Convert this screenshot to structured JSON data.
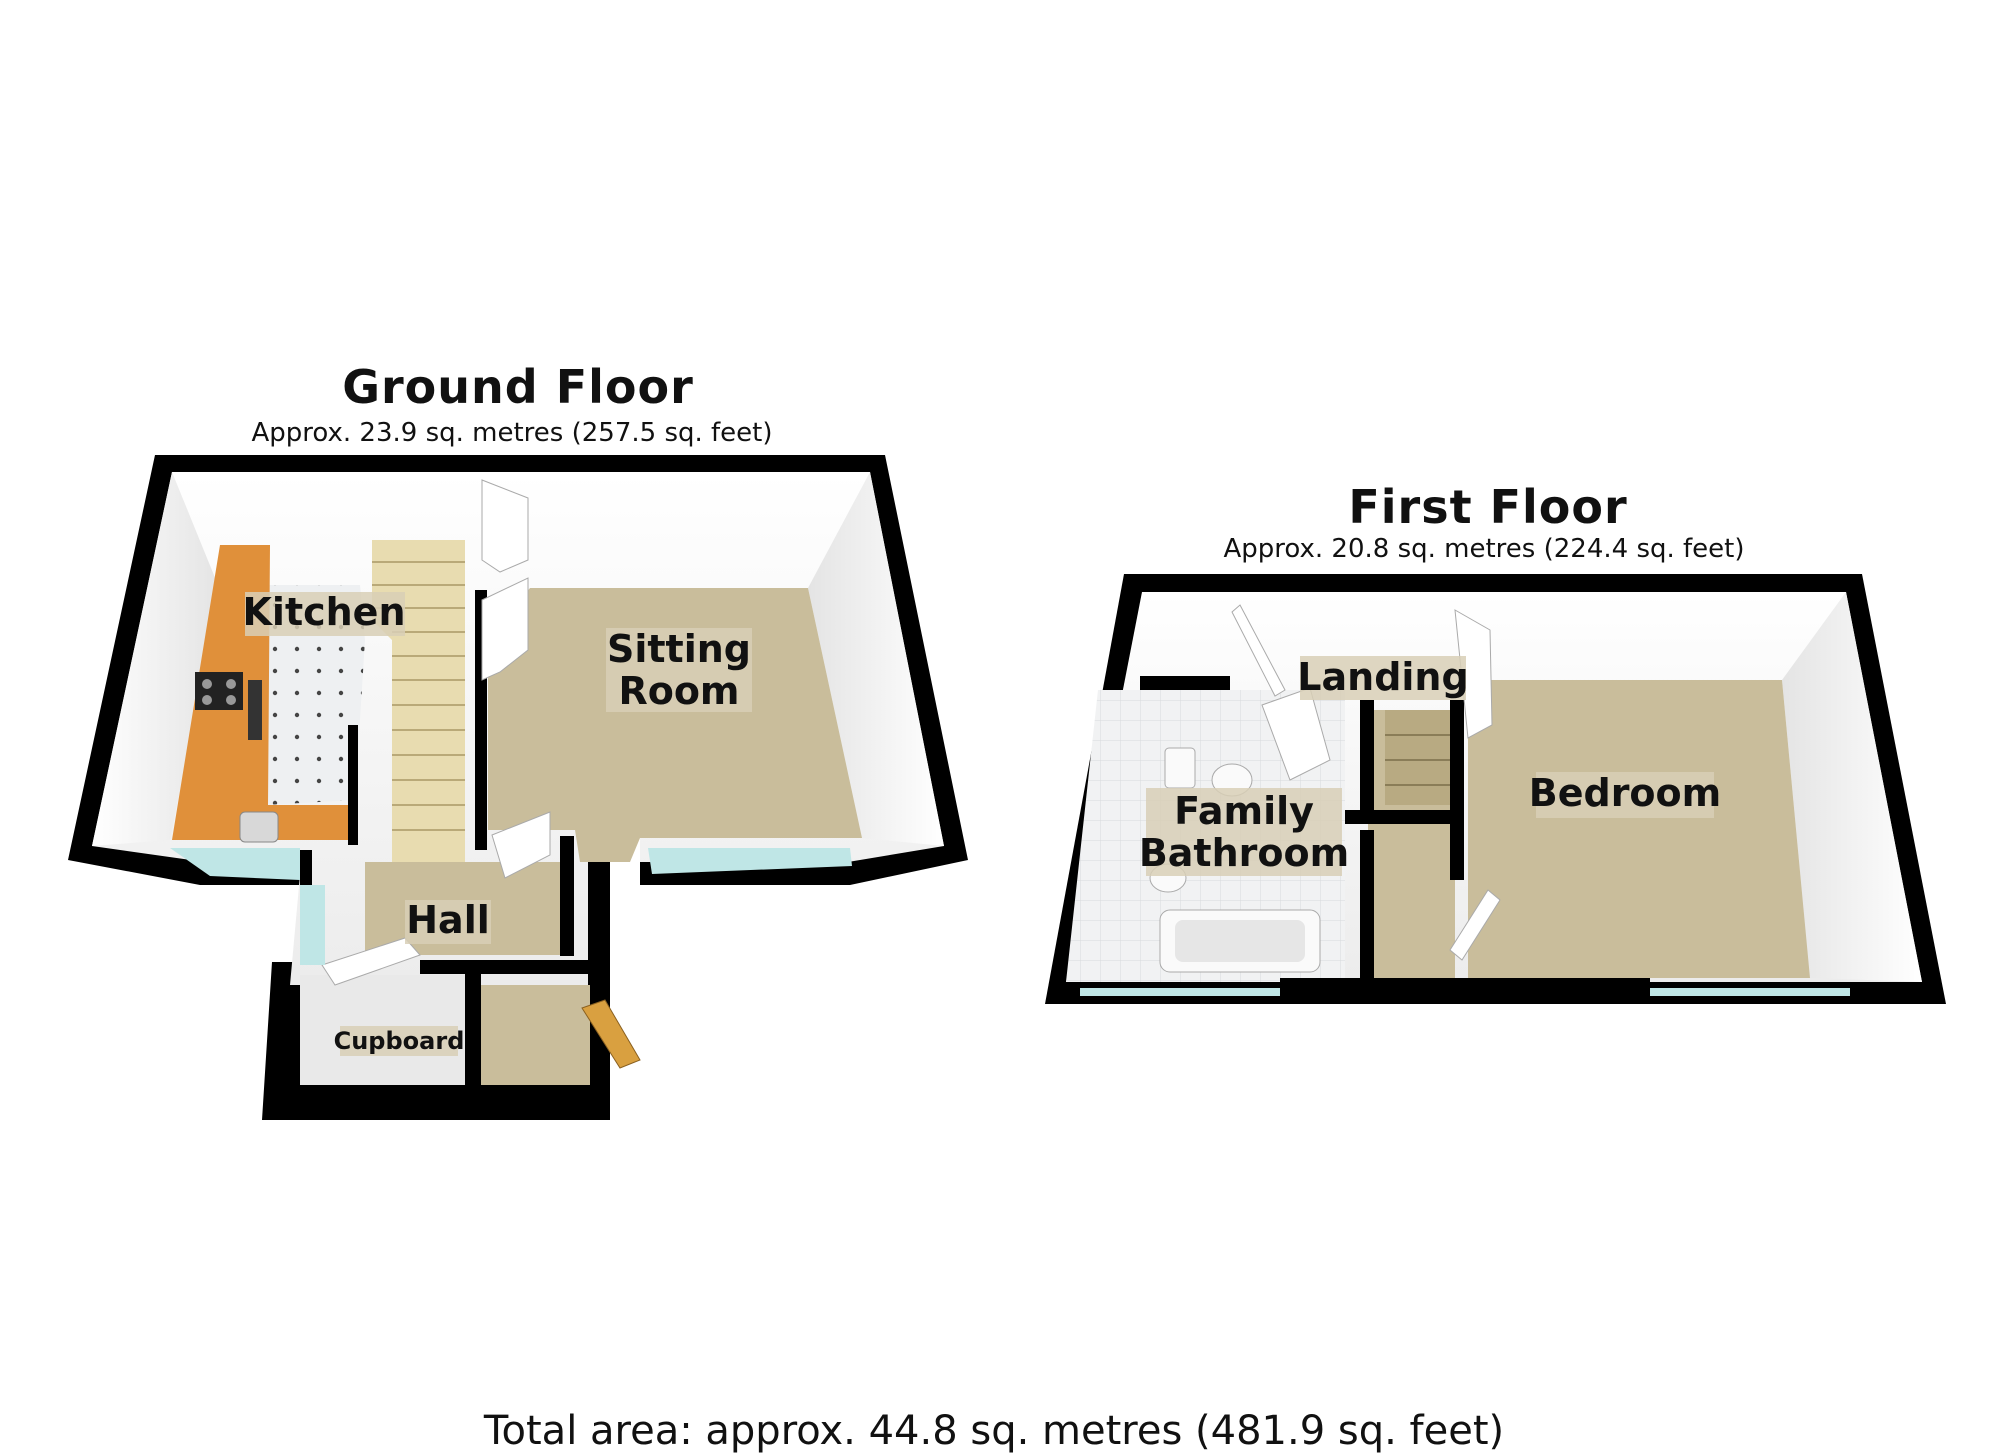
{
  "ground_floor": {
    "title": "Ground Floor",
    "area": "Approx. 23.9 sq. metres (257.5 sq. feet)",
    "rooms": {
      "kitchen": "Kitchen",
      "sitting_room_line1": "Sitting",
      "sitting_room_line2": "Room",
      "hall": "Hall",
      "cupboard": "Cupboard"
    }
  },
  "first_floor": {
    "title": "First Floor",
    "area": "Approx. 20.8 sq. metres (224.4 sq. feet)",
    "rooms": {
      "landing": "Landing",
      "bathroom_line1": "Family",
      "bathroom_line2": "Bathroom",
      "bedroom": "Bedroom"
    }
  },
  "total_area": "Total area: approx. 44.8 sq. metres (481.9 sq. feet)",
  "colors": {
    "wall": "#000000",
    "carpet": "#c9bd9b",
    "worktop": "#e0903a",
    "floor_tile": "#e9ecef",
    "stairs": "#e8dcb0",
    "window": "#bfe6e6"
  }
}
